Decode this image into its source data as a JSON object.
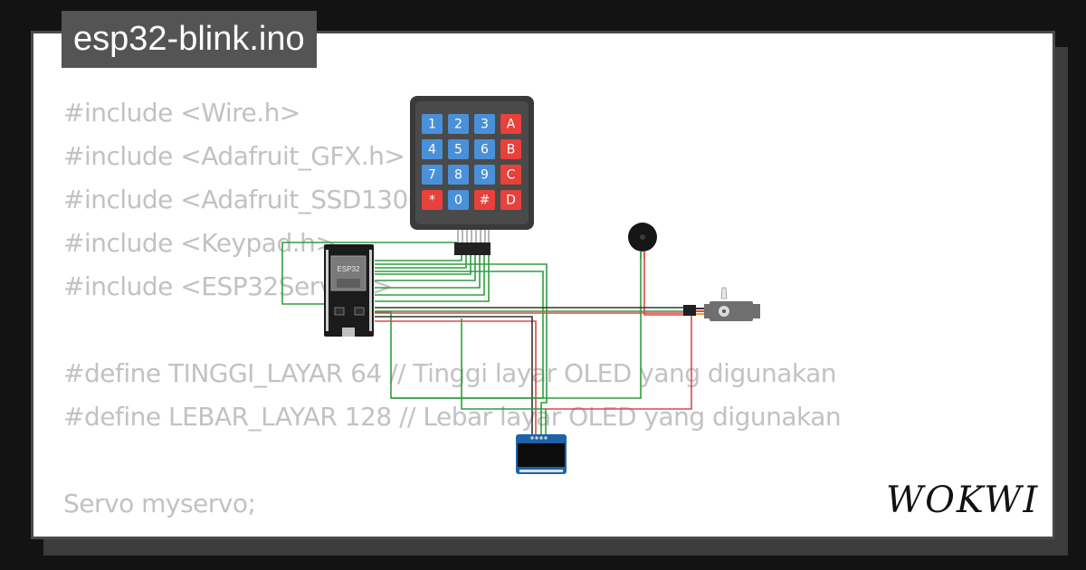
{
  "window": {
    "title": "esp32-blink.ino"
  },
  "code_lines": [
    "#include <Wire.h>",
    "#include <Adafruit_GFX.h>",
    "#include <Adafruit_SSD1306.h>",
    "#include <Keypad.h>",
    "#include <ESP32Servo.h>",
    "",
    "#define TINGGI_LAYAR 64 // Tinggi layar OLED yang digunakan",
    "#define LEBAR_LAYAR 128 // Lebar layar OLED yang digunakan",
    "",
    "Servo myservo;"
  ],
  "keypad": {
    "keys": [
      [
        "1",
        "2",
        "3",
        "A"
      ],
      [
        "4",
        "5",
        "6",
        "B"
      ],
      [
        "7",
        "8",
        "9",
        "C"
      ],
      [
        "*",
        "0",
        "#",
        "D"
      ]
    ],
    "digit_color": "#4a90d9",
    "letter_color": "#e8403a"
  },
  "esp32": {
    "label": "ESP32"
  },
  "brand": {
    "logo_text": "WOKWI"
  },
  "colors": {
    "background": "#131313",
    "card": "#ffffff",
    "tab": "#545454",
    "code_text": "#c2c2c2",
    "wire_green": "#2e9e3e",
    "wire_red": "#e04848",
    "wire_dark": "#333333"
  }
}
